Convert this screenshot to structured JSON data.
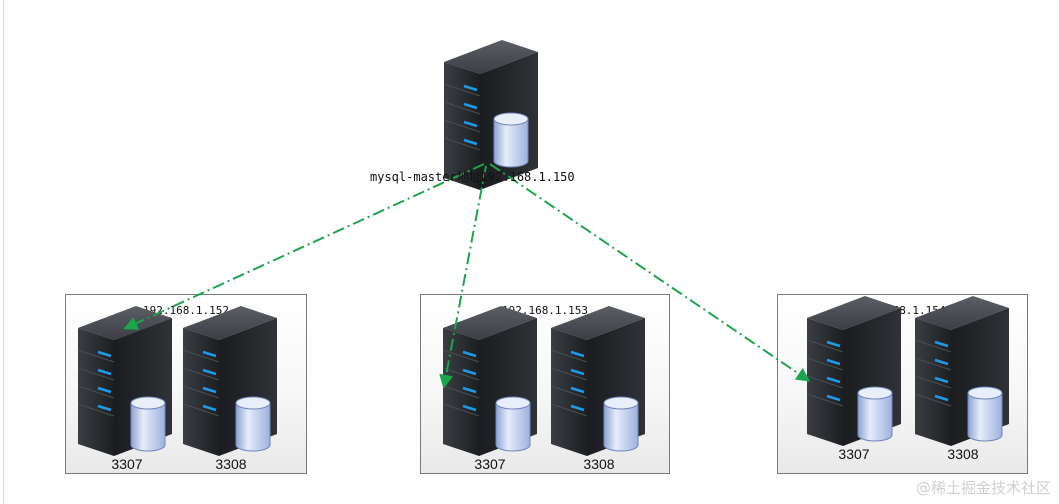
{
  "master": {
    "label": "mysql-master地址192.168.1.150"
  },
  "slaves": [
    {
      "ip": "192.168.1.152",
      "ports": [
        "3307",
        "3308"
      ]
    },
    {
      "ip": "192.168.1.153",
      "ports": [
        "3307",
        "3308"
      ]
    },
    {
      "ip": "192.168.1.154",
      "ports": [
        "3307",
        "3308"
      ]
    }
  ],
  "connector": {
    "color": "#1aa64b",
    "style": "dash-dot arrow"
  },
  "watermark": "@稀土掘金技术社区",
  "icons": {
    "server": "server-tower-icon",
    "database": "database-cylinder-icon"
  }
}
